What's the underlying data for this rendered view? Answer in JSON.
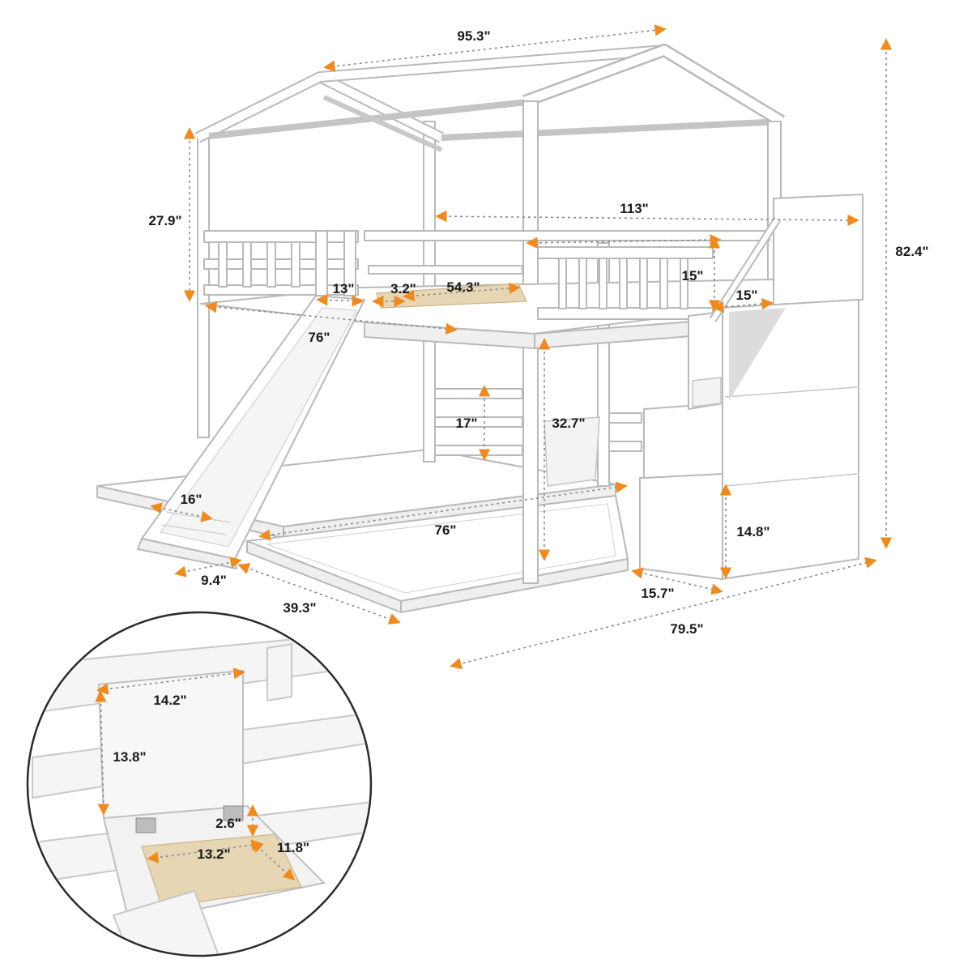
{
  "colors": {
    "arrow": "#f08a1c",
    "dimension_line": "#8a8a8a",
    "frame": "#ffffff",
    "frame_outline": "#b9b9b9",
    "wood": "#e7d6b4"
  },
  "dimensions": {
    "roof_length": "95.3\"",
    "overall_height": "82.4\"",
    "roof_height": "27.9\"",
    "top_length": "113\"",
    "guardrail_height": "15\"",
    "stair_step_width": "15\"",
    "rail_gap": "13\"",
    "rail_spacing": "3.2\"",
    "slat_opening": "54.3\"",
    "top_bed_length": "76\"",
    "lower_rail_height": "17\"",
    "clearance_height": "32.7\"",
    "slide_width": "16\"",
    "bottom_bed_length": "76\"",
    "slide_end": "9.4\"",
    "bottom_bed_width": "39.3\"",
    "stair_height": "14.8\"",
    "stair_depth": "15.7\"",
    "overall_width": "79.5\""
  },
  "inset": {
    "lid_width": "14.2\"",
    "lid_height": "13.8\"",
    "box_depth": "2.6\"",
    "box_length": "13.2\"",
    "box_width": "11.8\""
  }
}
